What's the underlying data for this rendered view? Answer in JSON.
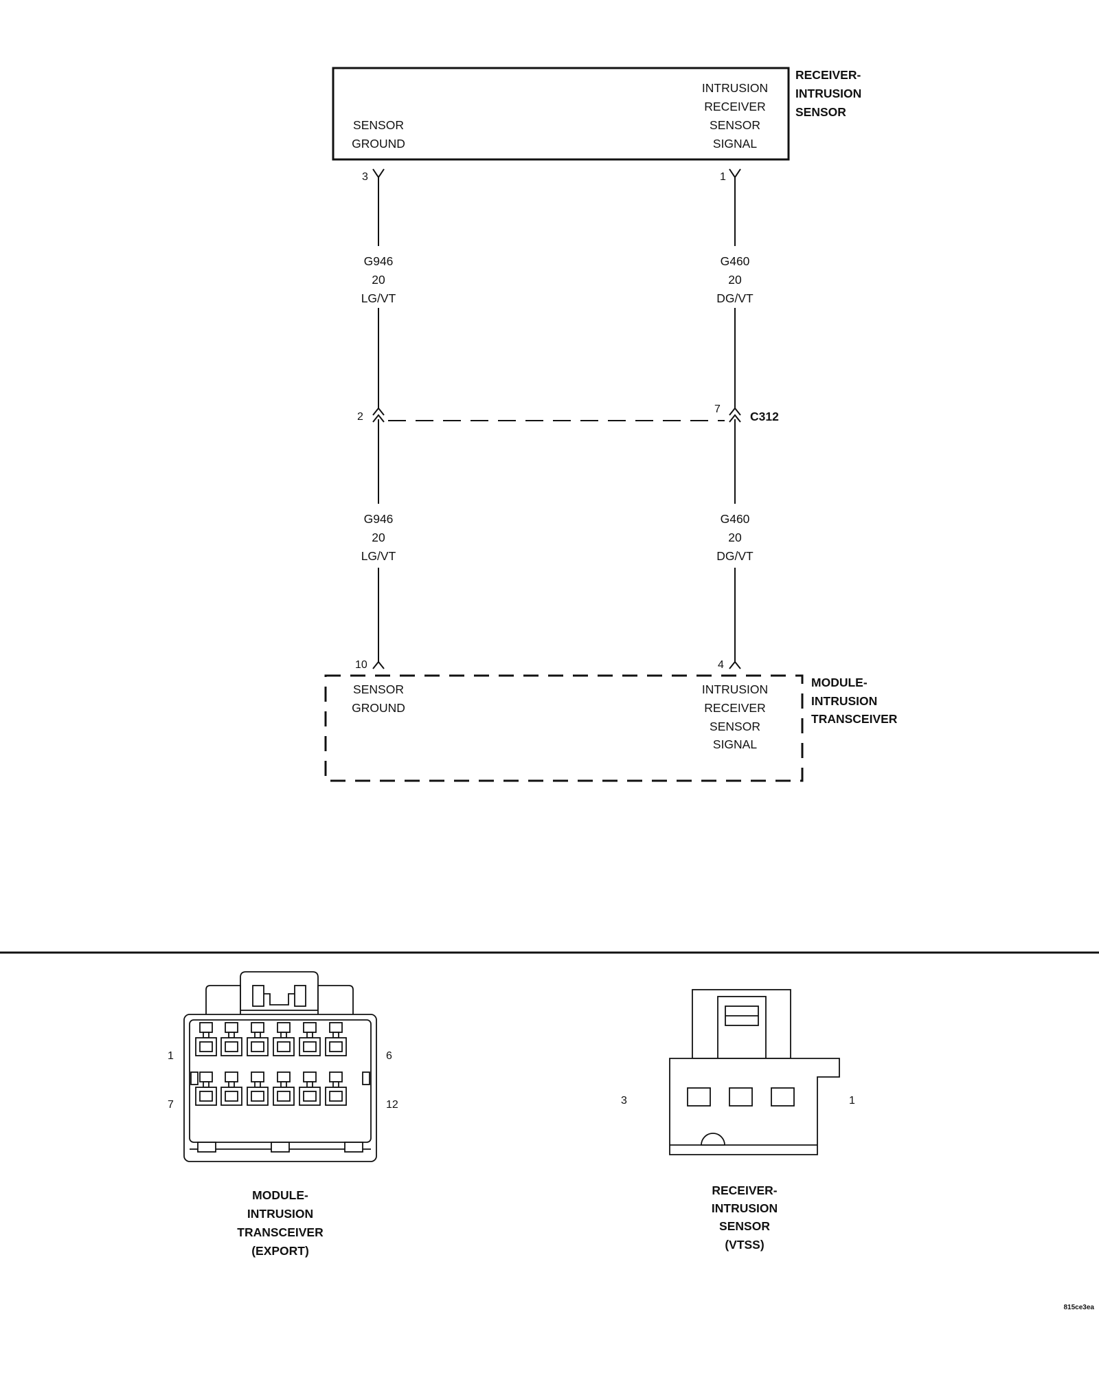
{
  "diagram": {
    "receiver": {
      "title": [
        "RECEIVER-",
        "INTRUSION",
        "SENSOR"
      ],
      "left_label": [
        "SENSOR",
        "GROUND"
      ],
      "right_label": [
        "INTRUSION",
        "RECEIVER",
        "SENSOR",
        "SIGNAL"
      ],
      "pin_left": "3",
      "pin_right": "1"
    },
    "wires": {
      "left_upper": [
        "G946",
        "20",
        "LG/VT"
      ],
      "right_upper": [
        "G460",
        "20",
        "DG/VT"
      ],
      "left_lower": [
        "G946",
        "20",
        "LG/VT"
      ],
      "right_lower": [
        "G460",
        "20",
        "DG/VT"
      ]
    },
    "connector": {
      "name": "C312",
      "pin_left": "2",
      "pin_right": "7"
    },
    "module": {
      "title": [
        "MODULE-",
        "INTRUSION",
        "TRANSCEIVER"
      ],
      "left_label": [
        "SENSOR",
        "GROUND"
      ],
      "right_label": [
        "INTRUSION",
        "RECEIVER",
        "SENSOR",
        "SIGNAL"
      ],
      "pin_left": "10",
      "pin_right": "4"
    }
  },
  "connector_views": {
    "module": {
      "caption": [
        "MODULE-",
        "INTRUSION",
        "TRANSCEIVER",
        "(EXPORT)"
      ],
      "pin_top_left": "1",
      "pin_top_right": "6",
      "pin_bottom_left": "7",
      "pin_bottom_right": "12"
    },
    "receiver": {
      "caption": [
        "RECEIVER-",
        "INTRUSION",
        "SENSOR",
        "(VTSS)"
      ],
      "pin_left": "3",
      "pin_right": "1"
    }
  },
  "footer": {
    "code": "815ce3ea"
  }
}
